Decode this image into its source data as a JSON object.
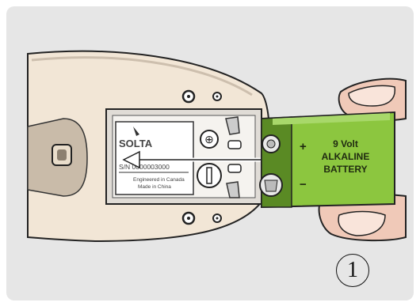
{
  "figure": {
    "step_number": "1",
    "battery": {
      "voltage": "9 Volt",
      "type_line1": "ALKALINE",
      "type_line2": "BATTERY",
      "plus": "+",
      "minus": "−"
    },
    "label_card": {
      "brand": "SOLTA",
      "serial": "S/N 0000003000",
      "engineered": "Engineered in Canada",
      "made": "Made in China"
    },
    "colors": {
      "background_panel": "#e6e6e6",
      "device_body": "#f2e6d6",
      "battery_green": "#8cc63f",
      "battery_dark": "#5a8a24",
      "skin": "#f0c9b8"
    }
  }
}
